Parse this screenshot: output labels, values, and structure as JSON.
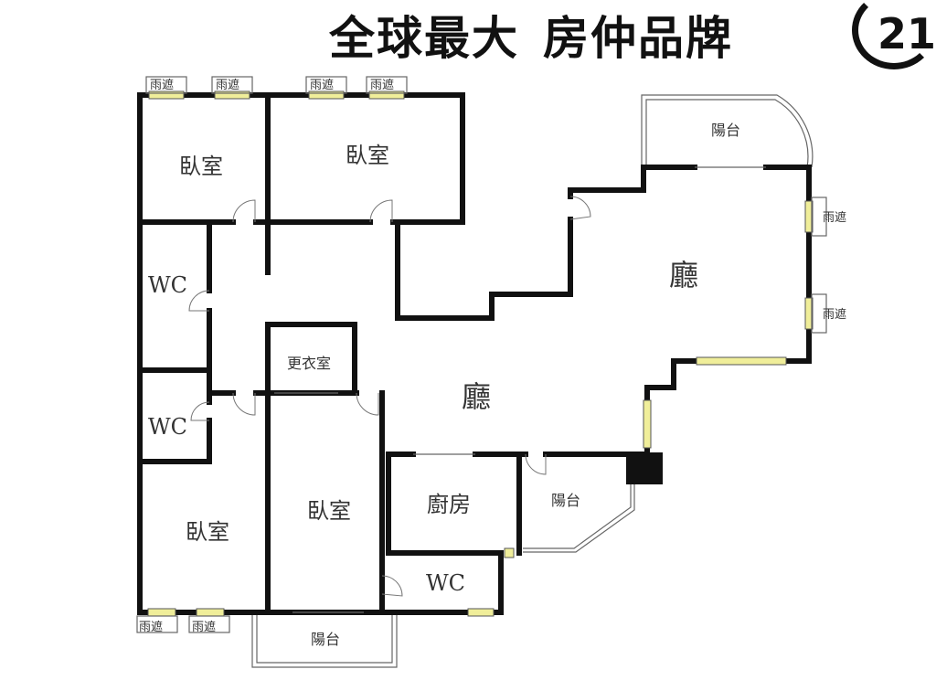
{
  "banner": {
    "slogan_part1": "全球最大",
    "slogan_part2": "房仲品牌",
    "logo_text": "21"
  },
  "floor_plan": {
    "rooms": [
      {
        "id": "bedroom-top-left",
        "label": "臥室"
      },
      {
        "id": "bedroom-top-middle",
        "label": "臥室"
      },
      {
        "id": "balcony-top-right",
        "label": "陽台"
      },
      {
        "id": "living-room-right",
        "label": "廳"
      },
      {
        "id": "wc-upper-left",
        "label": "WC"
      },
      {
        "id": "walk-in-closet",
        "label": "更衣室"
      },
      {
        "id": "living-room-center",
        "label": "廳"
      },
      {
        "id": "wc-lower-left",
        "label": "WC"
      },
      {
        "id": "bedroom-bottom-left",
        "label": "臥室"
      },
      {
        "id": "bedroom-bottom-middle",
        "label": "臥室"
      },
      {
        "id": "kitchen",
        "label": "廚房"
      },
      {
        "id": "balcony-kitchen",
        "label": "陽台"
      },
      {
        "id": "wc-bottom",
        "label": "WC"
      },
      {
        "id": "balcony-bottom",
        "label": "陽台"
      }
    ],
    "window_label": "雨遮",
    "colors": {
      "wall": "#111111",
      "window": "#f0ee9a",
      "background": "#ffffff"
    }
  }
}
